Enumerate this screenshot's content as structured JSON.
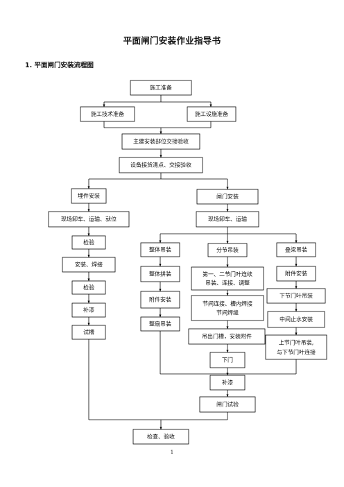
{
  "document": {
    "title": "平面闸门安装作业指导书",
    "section_heading": "1. 平面闸门安装流程图",
    "page_number": "1"
  },
  "flowchart": {
    "start": "施工准备",
    "tech_prep": "施工技术准备",
    "facility_prep": "施工设施准备",
    "civil_handover": "主建安装部位交接验收",
    "equipment_check": "设备接货清点、交接验收",
    "embedded": {
      "title": "埋件安装",
      "unload": "现场卸车、运输、就位",
      "inspect1": "检验",
      "install_weld": "安装、焊接",
      "inspect2": "检验",
      "paint": "补漆",
      "trial_slot": "试槽"
    },
    "gate": {
      "title": "闸门安装",
      "unload": "现场卸车、运输",
      "whole": {
        "title": "整体吊装",
        "assemble": "整体拼装",
        "accessory": "附件安装",
        "hoist": "整扇吊装"
      },
      "segment": {
        "title": "分节吊装",
        "step1_line1": "第一、二节门叶连续",
        "step1_line2": "吊装、连接、调整",
        "step2_line1": "节间连接、槽内焊接",
        "step2_line2": "节间焊缝",
        "step3": "吊出门槽，安装附件",
        "lower": "下门"
      },
      "stacked": {
        "title": "叠梁吊装",
        "accessory": "附件安装",
        "lower_leaf": "下节门叶吊装",
        "middle_seal": "中间止水安装",
        "upper_line1": "上节门叶吊装,",
        "upper_line2": "与下节门叶连接"
      },
      "paint": "补漆",
      "gate_test": "闸门试验"
    },
    "final": "检查、验收"
  }
}
